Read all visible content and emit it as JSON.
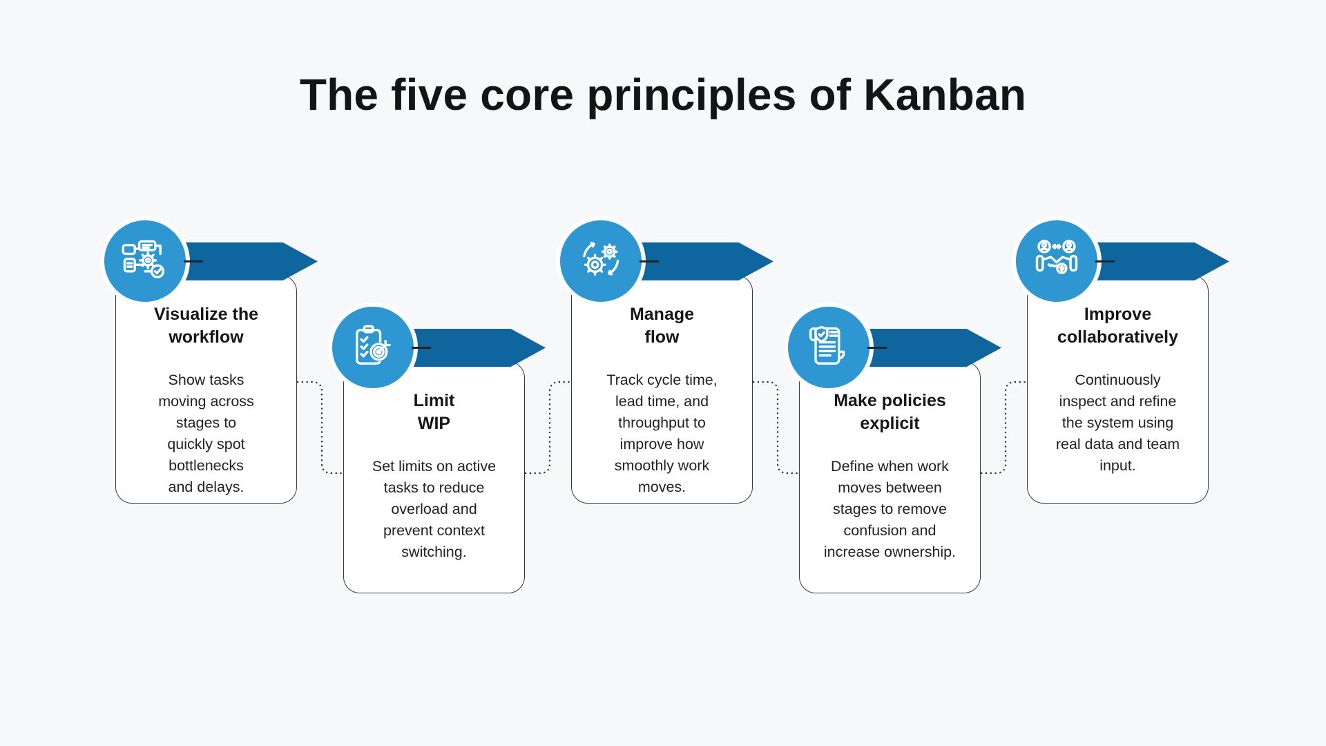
{
  "page": {
    "title": "The five core principles of Kanban",
    "background": "#f7f8fa"
  },
  "colors": {
    "badge_blue": "#2e96d1",
    "arrow_blue": "#0f659e",
    "card_border": "#3a3a3a",
    "text": "#1c1c1c",
    "connector_dots": "#2e2e2e",
    "card_background": "#ffffff"
  },
  "cards": [
    {
      "icon": "workflow-icon",
      "title": "Visualize the\nworkflow",
      "body": "Show tasks\nmoving across\nstages to\nquickly spot\nbottlenecks\nand delays."
    },
    {
      "icon": "clipboard-target-icon",
      "title": "Limit\nWIP",
      "body": "Set limits on active\ntasks to reduce\noverload and\nprevent context\nswitching."
    },
    {
      "icon": "gears-flow-icon",
      "title": "Manage\nflow",
      "body": "Track cycle time,\nlead time, and\nthroughput to\nimprove how\nsmoothly work\nmoves."
    },
    {
      "icon": "policy-scroll-icon",
      "title": "Make policies\nexplicit",
      "body": "Define when work\nmoves between\nstages to remove\nconfusion and\nincrease ownership."
    },
    {
      "icon": "handshake-icon",
      "title": "Improve\ncollaboratively",
      "body": "Continuously\ninspect and refine\nthe system using\nreal data and team\ninput."
    }
  ]
}
